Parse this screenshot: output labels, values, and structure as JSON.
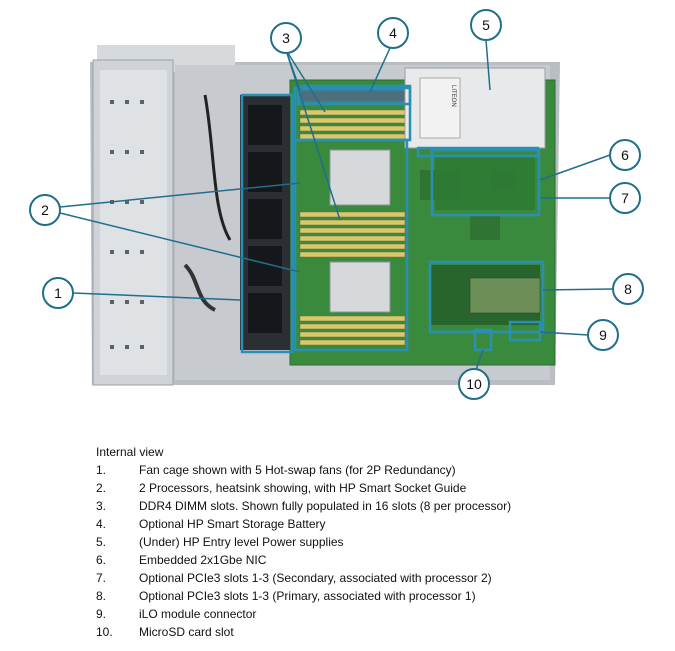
{
  "figure": {
    "callouts": [
      {
        "n": "1"
      },
      {
        "n": "2"
      },
      {
        "n": "3"
      },
      {
        "n": "4"
      },
      {
        "n": "5"
      },
      {
        "n": "6"
      },
      {
        "n": "7"
      },
      {
        "n": "8"
      },
      {
        "n": "9"
      },
      {
        "n": "10"
      }
    ],
    "colors": {
      "callout_stroke": "#1f6f8b",
      "highlight_box": "#2b8fb3",
      "board": "#3a8a3e",
      "chassis": "#c9cdd1"
    },
    "labels": {
      "psu_brand": "LITEON"
    }
  },
  "legend": {
    "heading": "Internal view",
    "items": [
      {
        "num": "1.",
        "text": "Fan cage shown with 5 Hot-swap fans (for 2P Redundancy)"
      },
      {
        "num": "2.",
        "text": "2 Processors, heatsink showing, with HP Smart Socket Guide"
      },
      {
        "num": "3.",
        "text": "DDR4 DIMM slots. Shown fully populated in 16 slots (8 per processor)"
      },
      {
        "num": "4.",
        "text": "Optional HP Smart Storage Battery"
      },
      {
        "num": "5.",
        "text": "(Under) HP Entry level Power supplies"
      },
      {
        "num": "6.",
        "text": "Embedded 2x1Gbe NIC"
      },
      {
        "num": "7.",
        "text": "Optional PCIe3 slots 1-3 (Secondary, associated with processor 2)"
      },
      {
        "num": "8.",
        "text": "Optional PCIe3 slots 1-3 (Primary, associated with processor 1)"
      },
      {
        "num": "9.",
        "text": "iLO module connector"
      },
      {
        "num": "10.",
        "text": "MicroSD card slot"
      }
    ]
  }
}
